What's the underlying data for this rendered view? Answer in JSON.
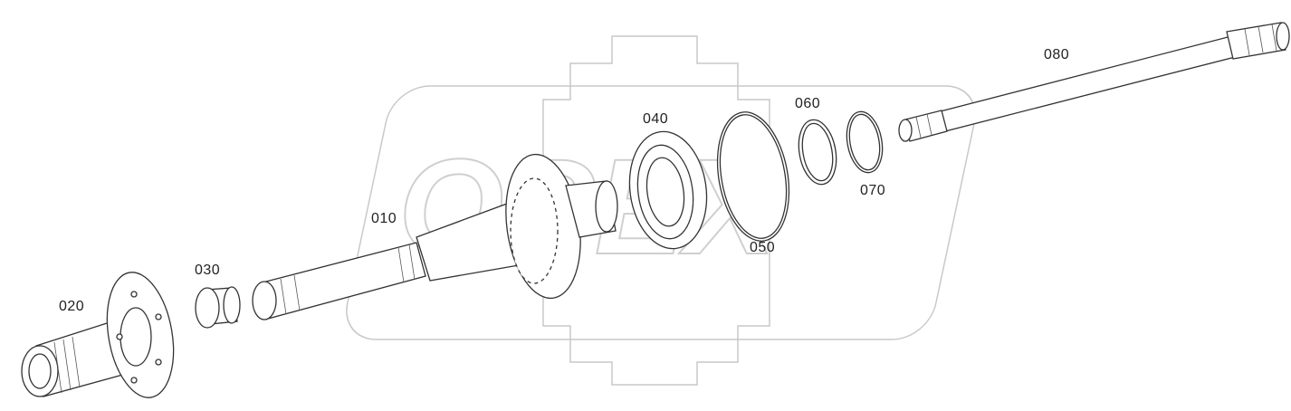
{
  "diagram": {
    "type": "exploded-parts-view",
    "parts": [
      {
        "id": "010",
        "label": "010"
      },
      {
        "id": "020",
        "label": "020"
      },
      {
        "id": "030",
        "label": "030"
      },
      {
        "id": "040",
        "label": "040"
      },
      {
        "id": "050",
        "label": "050"
      },
      {
        "id": "060",
        "label": "060"
      },
      {
        "id": "070",
        "label": "070"
      },
      {
        "id": "080",
        "label": "080"
      }
    ],
    "watermark": "OPEX"
  }
}
